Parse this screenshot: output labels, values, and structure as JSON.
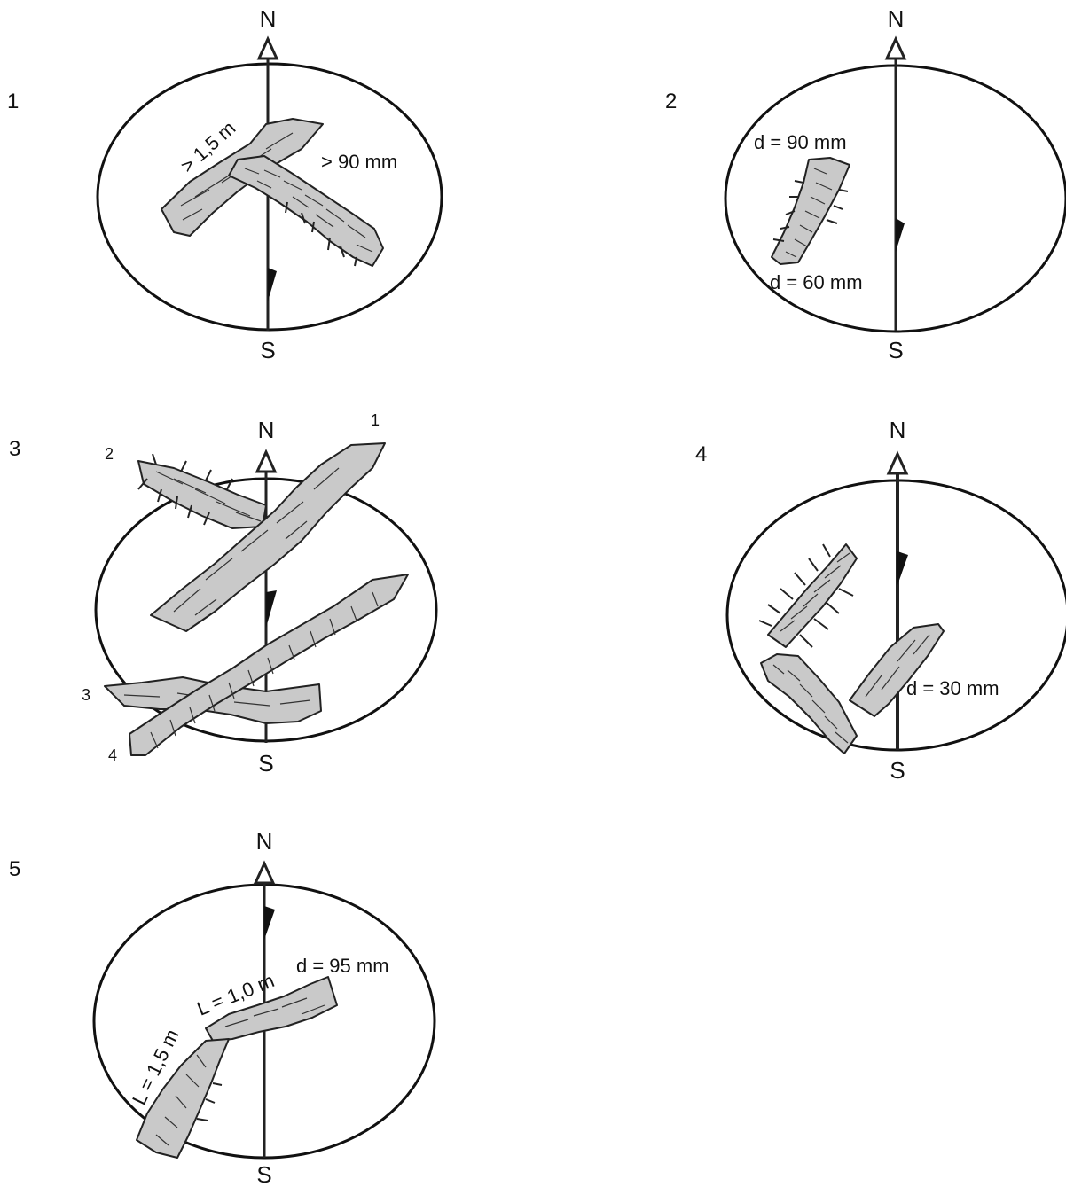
{
  "panels": [
    {
      "number": "1",
      "north": "N",
      "south": "S",
      "annotations": [
        "> 1,5 m",
        "> 90 mm"
      ]
    },
    {
      "number": "2",
      "north": "N",
      "south": "S",
      "annotations": [
        "d = 90 mm",
        "d = 60 mm"
      ]
    },
    {
      "number": "3",
      "north": "N",
      "south": "S",
      "annotations": [
        "1",
        "2",
        "3",
        "4"
      ]
    },
    {
      "number": "4",
      "north": "N",
      "south": "S",
      "annotations": [
        "d = 30 mm"
      ]
    },
    {
      "number": "5",
      "north": "N",
      "south": "S",
      "annotations": [
        "L = 1,0 m",
        "d = 95 mm",
        "L = 1,5 m"
      ]
    }
  ]
}
